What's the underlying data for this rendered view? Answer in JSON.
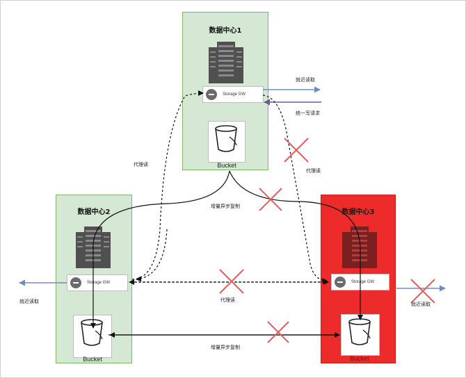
{
  "datacenters": {
    "dc1": {
      "title": "数据中心1",
      "gateway": "Storage GW",
      "bucket": "Bucket"
    },
    "dc2": {
      "title": "数据中心2",
      "gateway": "Storage GW",
      "bucket": "Bucket"
    },
    "dc3": {
      "title": "数据中心3",
      "gateway": "Storage GW",
      "bucket": "Bucket",
      "status_color": "#ee2b2b"
    }
  },
  "labels": {
    "dc1_nearby_read": "就近读取",
    "dc1_unified_write": "统一写请求",
    "proxy_read_left": "代理读",
    "proxy_read_right": "代理读",
    "proxy_read_bottom": "代理读",
    "async_replication_top": "增量异步复制",
    "async_replication_bottom": "增量异步复制",
    "dc2_nearby_read": "就近读取",
    "dc3_nearby_read": "就近读取"
  },
  "colors": {
    "normal_fill": "#d5e8d4",
    "normal_border": "#82b366",
    "failed_fill": "#ee2b2b",
    "arrow_read": "#6c8ebf",
    "arrow_write": "#6a5a9c",
    "blocked_mark": "#e06060"
  },
  "icons": [
    "server-rack-icon",
    "gateway-icon",
    "bucket-icon",
    "blocked-cross-icon"
  ]
}
